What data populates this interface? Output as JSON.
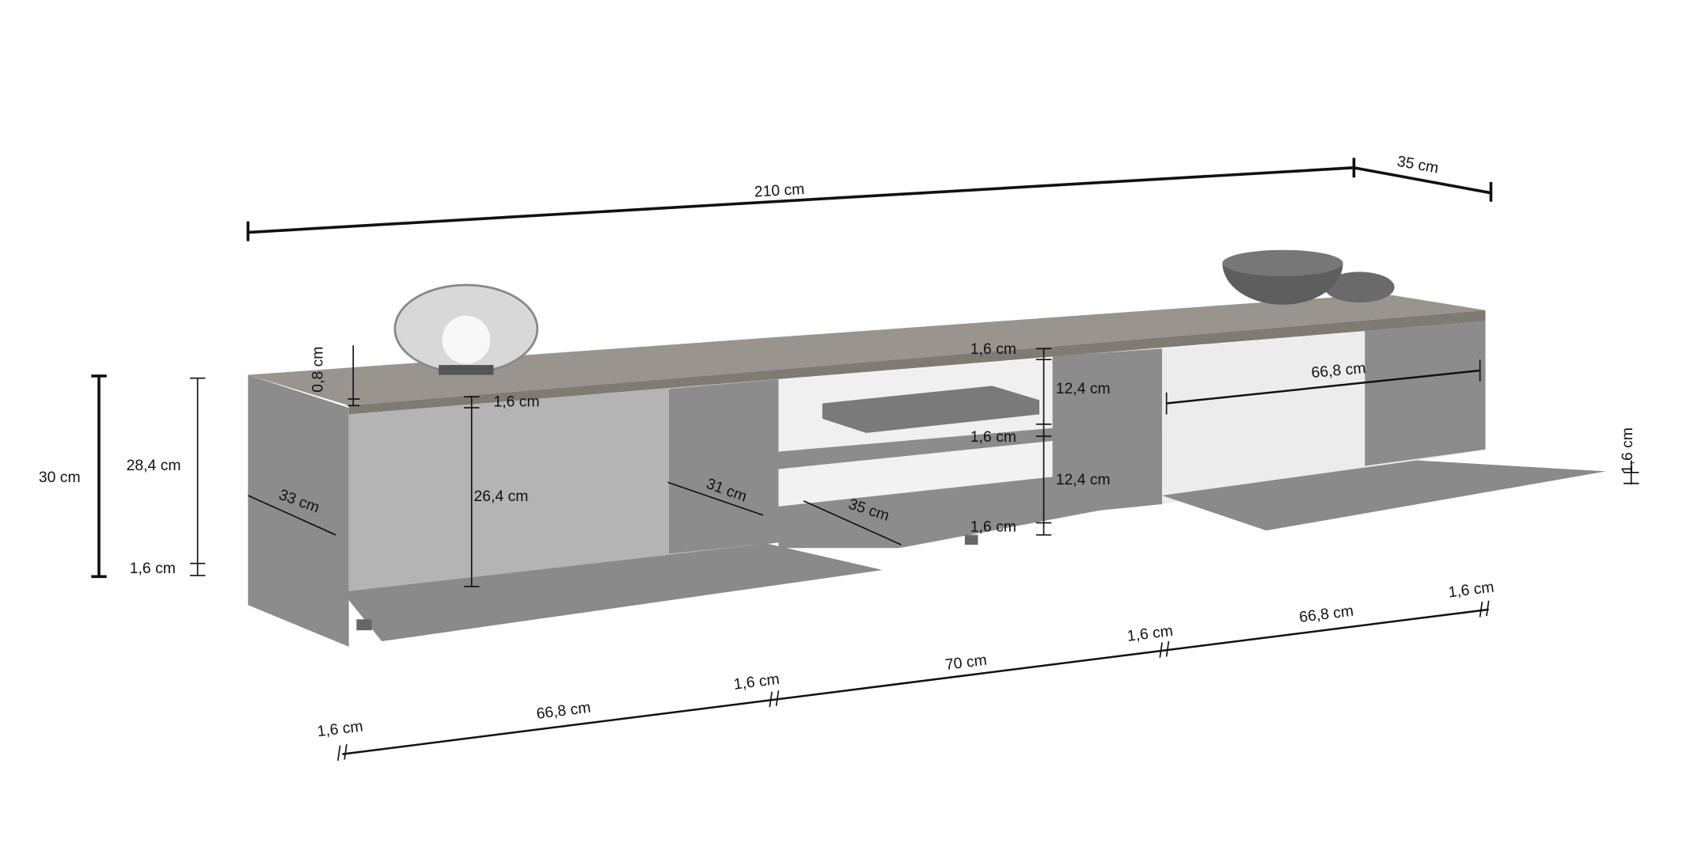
{
  "title": "TV cabinet dimension drawing",
  "colors": {
    "panel": "#8c8c8c",
    "panel_dark": "#7a7a7a",
    "interior": "#b4b4b4",
    "top": "#9a948e",
    "line": "#111111"
  },
  "overall": {
    "width": "210 cm",
    "depth": "35 cm",
    "height": "30 cm"
  },
  "left_side": {
    "inner_height": "28,4 cm",
    "bottom": "1,6 cm"
  },
  "left_compartment": {
    "top_slab": "0,8 cm",
    "top_panel": "1,6 cm",
    "inner_height": "26,4 cm",
    "depth_side": "33 cm",
    "depth_inner": "31 cm"
  },
  "middle": {
    "depth": "35 cm",
    "top_panel": "1,6 cm",
    "upper_gap": "12,4 cm",
    "shelf": "1,6 cm",
    "lower_gap": "12,4 cm",
    "bottom_panel": "1,6 cm"
  },
  "right_compartment": {
    "inner_width": "66,8 cm",
    "flap_thickness": "1,6 cm"
  },
  "bottom_widths": [
    "1,6 cm",
    "66,8  cm",
    "1,6 cm",
    "70  cm",
    "1,6 cm",
    "66,8  cm",
    "1,6 cm"
  ]
}
